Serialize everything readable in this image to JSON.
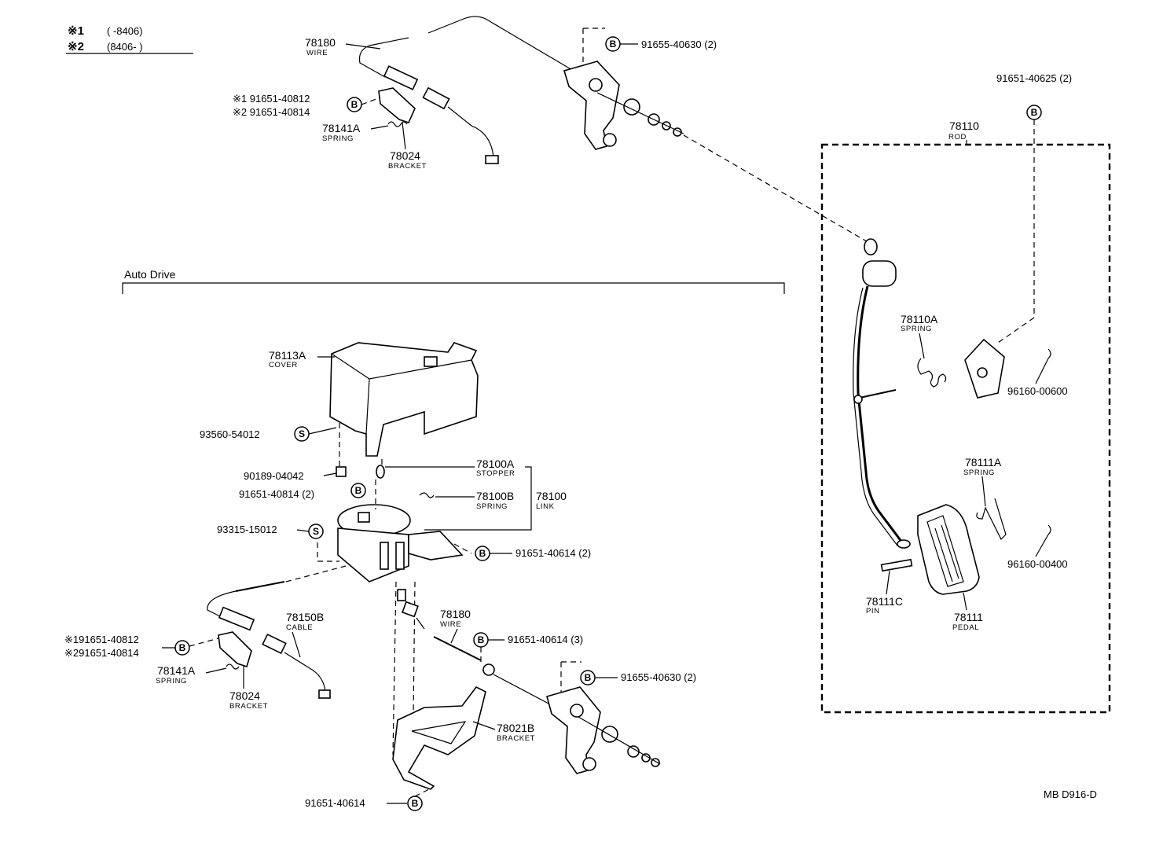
{
  "notes": {
    "n1_mark": "※1",
    "n1_text": "(      -8406)",
    "n2_mark": "※2",
    "n2_text": "(8406-        )"
  },
  "section_title": "Auto Drive",
  "diagram_code": "MB D916-D",
  "symbols": {
    "bolt": "B",
    "screw": "S"
  },
  "upper": {
    "wire_no": "78180",
    "wire_name": "WIRE",
    "bolt_a_no": "91655-40630 (2)",
    "clip_1": "※1 91651-40812",
    "clip_2": "※2 91651-40814",
    "spring_no": "78141A",
    "spring_name": "SPRING",
    "bracket_no": "78024",
    "bracket_name": "BRACKET"
  },
  "rod_box": {
    "bolt_no": "91651-40625 (2)",
    "rod_no": "78110",
    "rod_name": "ROD",
    "spring1_no": "78110A",
    "spring1_name": "SPRING",
    "clip1_no": "96160-00600",
    "spring2_no": "78111A",
    "spring2_name": "SPRING",
    "clip2_no": "96160-00400",
    "pin_no": "78111C",
    "pin_name": "PIN",
    "pedal_no": "78111",
    "pedal_name": "PEDAL"
  },
  "auto_drive": {
    "cover_no": "78113A",
    "cover_name": "COVER",
    "screw1_no": "93560-54012",
    "nut_no": "90189-04042",
    "bolt1_no": "91651-40814 (2)",
    "screw2_no": "93315-15012",
    "stopper_no": "78100A",
    "stopper_name": "STOPPER",
    "spring_no": "78100B",
    "spring_name": "SPRING",
    "link_no": "78100",
    "link_name": "LINK",
    "bolt2_no": "91651-40614 (2)",
    "cable_no": "78150B",
    "cable_name": "CABLE",
    "clip_1": "※191651-40812",
    "clip_2": "※291651-40814",
    "spring2_no": "78141A",
    "spring2_name": "SPRING",
    "bracket_no": "78024",
    "bracket_name": "BRACKET",
    "wire_no": "78180",
    "wire_name": "WIRE",
    "bolt3_no": "91651-40614 (3)",
    "bolt4_no": "91655-40630 (2)",
    "bracket2_no": "78021B",
    "bracket2_name": "BRACKET",
    "bolt5_no": "91651-40614"
  }
}
